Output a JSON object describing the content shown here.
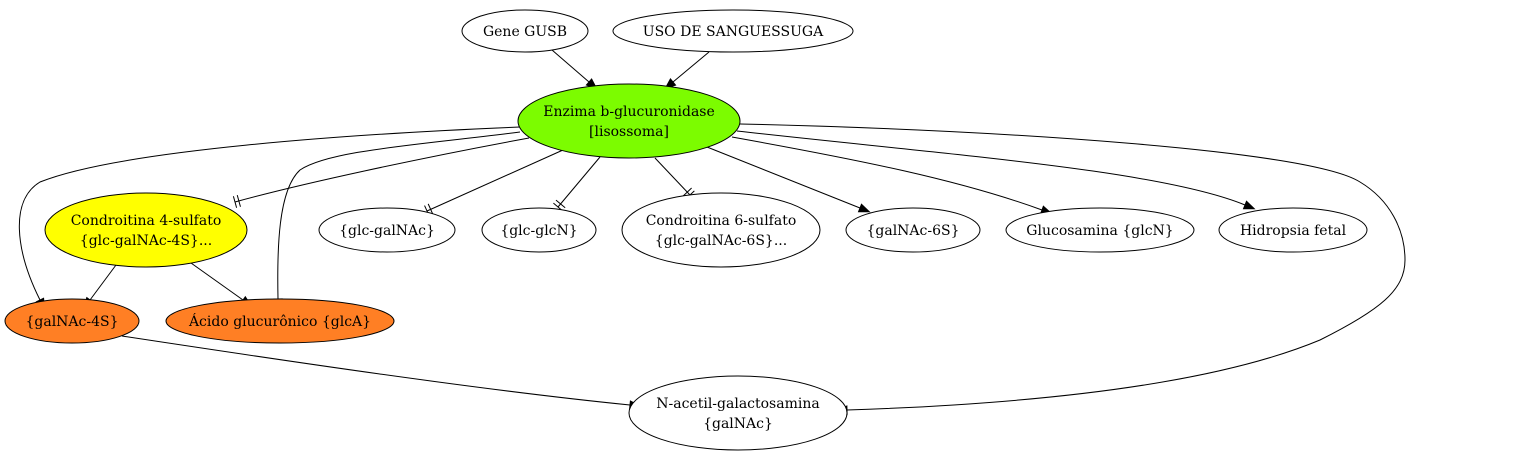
{
  "colors": {
    "enzyme": "#7cfc00",
    "substrate": "#ffff00",
    "product": "#ff7f24",
    "default": "#ffffff",
    "stroke": "#000000"
  },
  "nodes": {
    "gene": {
      "lines": [
        "Gene GUSB"
      ],
      "fill": "default"
    },
    "sanguessuga": {
      "lines": [
        "USO DE SANGUESSUGA"
      ],
      "fill": "default"
    },
    "enzyme": {
      "lines": [
        "Enzima b-glucuronidase",
        "[lisossoma]"
      ],
      "fill": "enzyme"
    },
    "condroitina4": {
      "lines": [
        "Condroitina 4-sulfato",
        "{glc-galNAc-4S}..."
      ],
      "fill": "substrate"
    },
    "glcgalnac": {
      "lines": [
        "{glc-galNAc}"
      ],
      "fill": "default"
    },
    "glcglcn": {
      "lines": [
        "{glc-glcN}"
      ],
      "fill": "default"
    },
    "condroitina6": {
      "lines": [
        "Condroitina 6-sulfato",
        "{glc-galNAc-6S}..."
      ],
      "fill": "default"
    },
    "galnac6s": {
      "lines": [
        "{galNAc-6S}"
      ],
      "fill": "default"
    },
    "glucosamina": {
      "lines": [
        "Glucosamina {glcN}"
      ],
      "fill": "default"
    },
    "hidropsia": {
      "lines": [
        "Hidropsia fetal"
      ],
      "fill": "default"
    },
    "galnac4s": {
      "lines": [
        "{galNAc-4S}"
      ],
      "fill": "product"
    },
    "acido": {
      "lines": [
        "Ácido glucurônico {glcA}"
      ],
      "fill": "product"
    },
    "nacetil": {
      "lines": [
        "N-acetil-galactosamina",
        "{galNAc}"
      ],
      "fill": "default"
    }
  },
  "edges": [
    {
      "from": "gene",
      "to": "enzyme",
      "style": "arrow"
    },
    {
      "from": "sanguessuga",
      "to": "enzyme",
      "style": "arrow"
    },
    {
      "from": "enzyme",
      "to": "condroitina4",
      "style": "tee"
    },
    {
      "from": "enzyme",
      "to": "glcgalnac",
      "style": "tee"
    },
    {
      "from": "enzyme",
      "to": "glcglcn",
      "style": "tee"
    },
    {
      "from": "enzyme",
      "to": "condroitina6",
      "style": "tee"
    },
    {
      "from": "enzyme",
      "to": "galnac6s",
      "style": "arrow"
    },
    {
      "from": "enzyme",
      "to": "glucosamina",
      "style": "arrow"
    },
    {
      "from": "enzyme",
      "to": "hidropsia",
      "style": "arrow"
    },
    {
      "from": "enzyme",
      "to": "galnac4s",
      "style": "arrow"
    },
    {
      "from": "enzyme",
      "to": "acido",
      "style": "arrow"
    },
    {
      "from": "enzyme",
      "to": "nacetil",
      "style": "arrow"
    },
    {
      "from": "condroitina4",
      "to": "galnac4s",
      "style": "arrow"
    },
    {
      "from": "condroitina4",
      "to": "acido",
      "style": "arrow"
    },
    {
      "from": "galnac4s",
      "to": "nacetil",
      "style": "arrow"
    }
  ]
}
